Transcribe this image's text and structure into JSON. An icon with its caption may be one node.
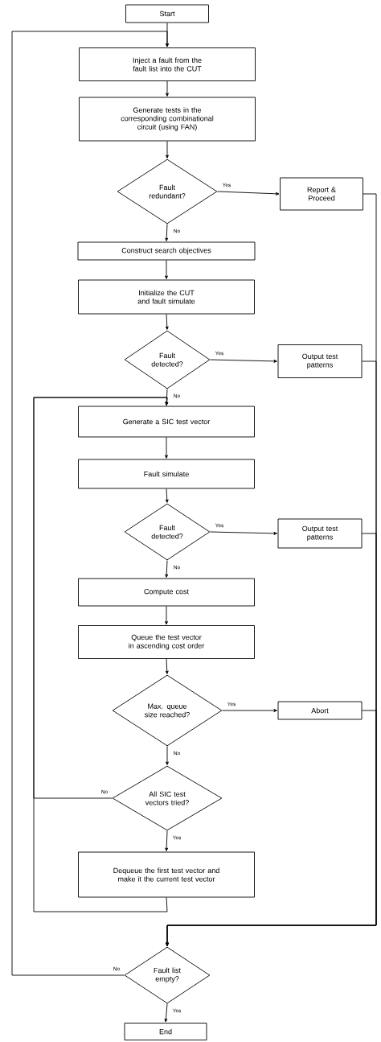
{
  "diagram": {
    "nodes": [
      {
        "text": [
          "Start"
        ]
      },
      {
        "text": [
          "Inject a fault from the fault list into the CUT"
        ]
      },
      {
        "text": [
          "Generate tests in the corresponding combinational circuit (using FAN)"
        ]
      },
      {
        "text": [
          "Fault redundant?"
        ]
      },
      {
        "text": [
          "Report & Proceed"
        ]
      },
      {
        "text": [
          "Construct search objectives"
        ]
      },
      {
        "text": [
          "Initialize the CUT and fault simulate"
        ]
      },
      {
        "text": [
          "Fault detected?"
        ]
      },
      {
        "text": [
          "Output test patterns"
        ]
      },
      {
        "text": [
          "Generate a SIC test vector"
        ]
      },
      {
        "text": [
          "Fault simulate"
        ]
      },
      {
        "text": [
          "Fault detected?"
        ]
      },
      {
        "text": [
          "Output test patterns"
        ]
      },
      {
        "text": [
          "Compute cost"
        ]
      },
      {
        "text": [
          "Queue the test vector in ascending cost order"
        ]
      },
      {
        "text": [
          "Max. queue size reached?"
        ]
      },
      {
        "text": [
          "Abort"
        ]
      },
      {
        "text": [
          "All SIC test vectors tried?"
        ]
      },
      {
        "text": [
          "Dequeue the first test vector and make it the current test vector"
        ]
      },
      {
        "text": [
          "Fault list empty?"
        ]
      },
      {
        "text": [
          "End"
        ]
      }
    ],
    "edges": [
      {
        "from": 0,
        "to": 1,
        "arrow": "to"
      },
      {
        "from": 1,
        "to": 2,
        "arrow": "to"
      },
      {
        "from": 2,
        "to": 3,
        "arrow": "to"
      },
      {
        "from": 3,
        "to": 4,
        "arrow": "to",
        "label": "Yes"
      },
      {
        "from": 3,
        "to": 5,
        "arrow": "to",
        "label": "No"
      },
      {
        "from": 5,
        "to": 6,
        "arrow": "to"
      },
      {
        "from": 6,
        "to": 7,
        "arrow": "to"
      },
      {
        "from": 7,
        "to": 8,
        "arrow": "to",
        "label": "Yes"
      },
      {
        "from": 7,
        "to": 9,
        "arrow": "to",
        "label": "No"
      },
      {
        "from": 9,
        "to": 10,
        "arrow": "to"
      },
      {
        "from": 10,
        "to": 11,
        "arrow": "to"
      },
      {
        "from": 11,
        "to": 12,
        "arrow": "to",
        "label": "Yes"
      },
      {
        "from": 11,
        "to": 13,
        "arrow": "to",
        "label": "No"
      },
      {
        "from": 13,
        "to": 14,
        "arrow": "to"
      },
      {
        "from": 14,
        "to": 15,
        "arrow": "to"
      },
      {
        "from": 15,
        "to": 16,
        "arrow": "to",
        "label": "Yes"
      },
      {
        "from": 15,
        "to": 17,
        "arrow": "to",
        "label": "No"
      },
      {
        "from": 17,
        "to": 9,
        "arrow": "to",
        "label": "No"
      },
      {
        "from": 17,
        "to": 18,
        "arrow": "to",
        "label": "Yes"
      },
      {
        "from": 18,
        "to": 9,
        "arrow": "to"
      },
      {
        "from": 4,
        "to": 19,
        "arrow": "to"
      },
      {
        "from": 8,
        "to": 19,
        "arrow": "to"
      },
      {
        "from": 12,
        "to": 19,
        "arrow": "to"
      },
      {
        "from": 16,
        "to": 19,
        "arrow": "to"
      },
      {
        "from": 19,
        "to": 1,
        "arrow": "to",
        "label": "No"
      },
      {
        "from": 19,
        "to": 20,
        "arrow": "to",
        "label": "Yes"
      }
    ]
  }
}
